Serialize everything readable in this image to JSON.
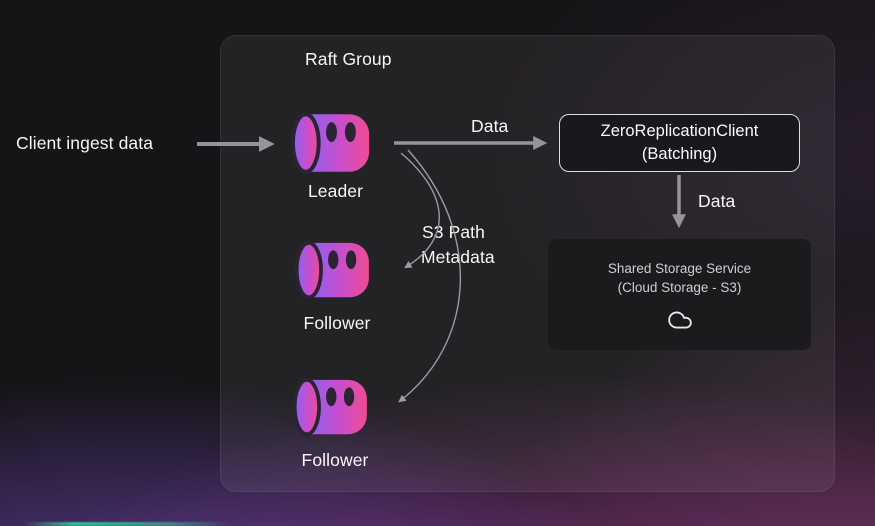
{
  "client": {
    "label": "Client ingest data"
  },
  "raft_group": {
    "title": "Raft Group",
    "leader_label": "Leader",
    "follower1_label": "Follower",
    "follower2_label": "Follower"
  },
  "edges": {
    "leader_to_client_label": "Data",
    "client_to_storage_label": "Data",
    "metadata_label_line1": "S3 Path",
    "metadata_label_line2": "Metadata"
  },
  "zero_replication_client": {
    "line1": "ZeroReplicationClient",
    "line2": "(Batching)"
  },
  "shared_storage": {
    "line1": "Shared Storage Service",
    "line2": "(Cloud Storage - S3)"
  },
  "icons": {
    "leader": "log-cylinder-icon",
    "followers": "log-cylinder-icon",
    "storage": "cloud-icon"
  },
  "colors": {
    "cylinder_gradient_start": "#8a63f2",
    "cylinder_gradient_mid": "#c44fd0",
    "cylinder_gradient_end": "#f04b93",
    "arrow_gray": "#94949a",
    "curve_gray": "#9b9ba1",
    "panel_background": "rgba(244,244,245,0.065)",
    "background_purple_glow": "#7e4ed2",
    "background_magenta_glow": "#b242a4",
    "green_accent": "#34d399"
  }
}
